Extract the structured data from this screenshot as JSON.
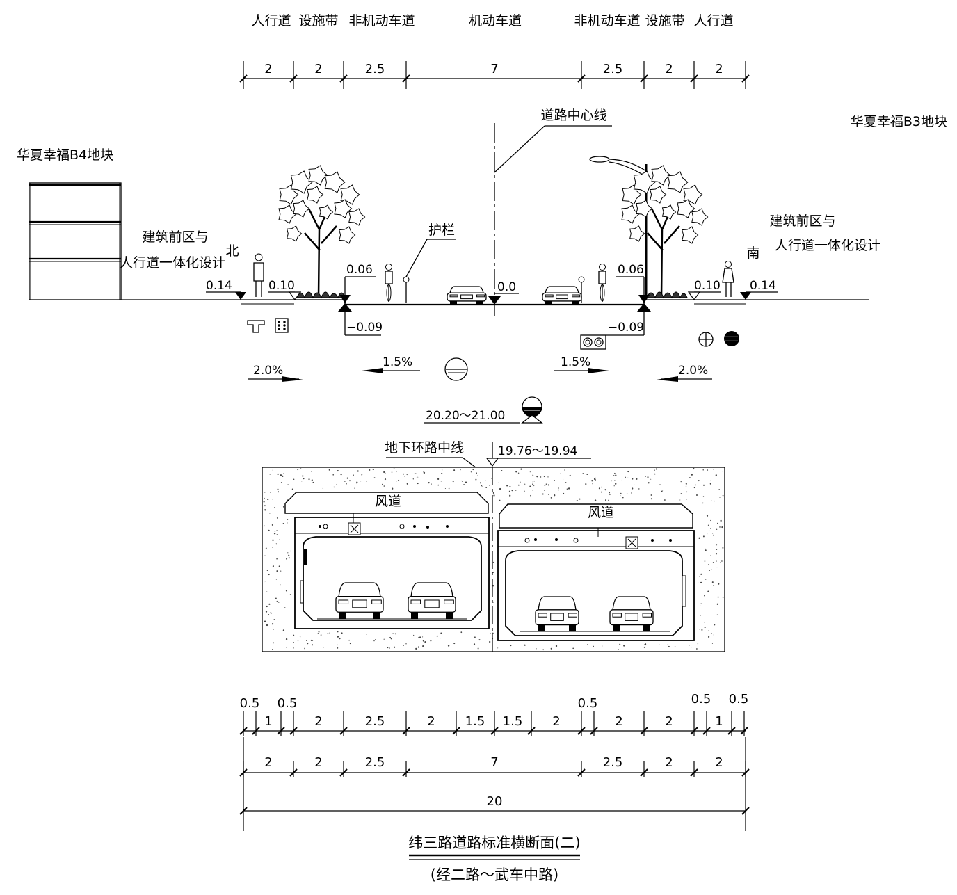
{
  "zones_top": {
    "left_sidewalk": "人行道",
    "left_facility": "设施带",
    "left_nonmotor": "非机动车道",
    "motor": "机动车道",
    "right_nonmotor": "非机动车道",
    "right_facility": "设施带",
    "right_sidewalk": "人行道"
  },
  "dims_top": [
    "2",
    "2",
    "2.5",
    "7",
    "2.5",
    "2",
    "2"
  ],
  "plots": {
    "left": "华夏幸福B4地块",
    "right": "华夏幸福B3地块"
  },
  "labels": {
    "road_centerline": "道路中心线",
    "guardrail": "护栏",
    "north": "北",
    "south": "南",
    "integrated_left_line1": "建筑前区与",
    "integrated_left_line2": "人行道一体化设计",
    "integrated_right_line1": "建筑前区与",
    "integrated_right_line2": "人行道一体化设计",
    "tunnel_centerline": "地下环路中线",
    "air_duct_left": "风道",
    "air_duct_right": "风道"
  },
  "elevations": {
    "l_014": "0.14",
    "l_010": "0.10",
    "l_006": "0.06",
    "l_m009": "−0.09",
    "center": "0.0",
    "r_006": "0.06",
    "r_m009": "−0.09",
    "r_010": "0.10",
    "r_014": "0.14",
    "groundwater": "20.20～21.00",
    "tunnel_top": "19.76～19.94"
  },
  "slopes": {
    "left_outer": "2.0%",
    "left_inner": "1.5%",
    "right_inner": "1.5%",
    "right_outer": "2.0%"
  },
  "dims_bottom_row1": [
    "0.5",
    "1",
    "0.5",
    "2",
    "2.5",
    "2",
    "1.5",
    "1.5",
    "2",
    "0.5",
    "2",
    "2",
    "0.5",
    "1",
    "0.5"
  ],
  "dims_bottom_row2": [
    "2",
    "2",
    "2.5",
    "7",
    "2.5",
    "2",
    "2"
  ],
  "dims_total": "20",
  "title": {
    "main": "纬三路道路标准横断面(二)",
    "sub": "(经二路～武车中路)"
  }
}
